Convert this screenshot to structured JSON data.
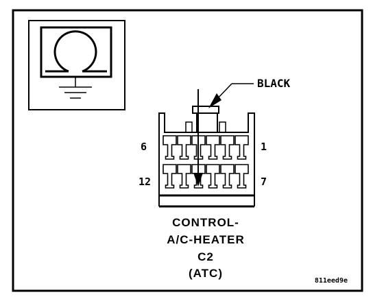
{
  "callout": {
    "color_label": "BLACK"
  },
  "connector": {
    "pin_top_left": "6",
    "pin_top_right": "1",
    "pin_bottom_left": "12",
    "pin_bottom_right": "7"
  },
  "caption": {
    "line1": "CONTROL-",
    "line2": "A/C-HEATER",
    "line3": "C2",
    "line4": "(ATC)"
  },
  "figure_code": "811eed9e",
  "icons": {
    "ground_symbol": "ground-icon",
    "probe_arrow": "arrow-icon"
  }
}
